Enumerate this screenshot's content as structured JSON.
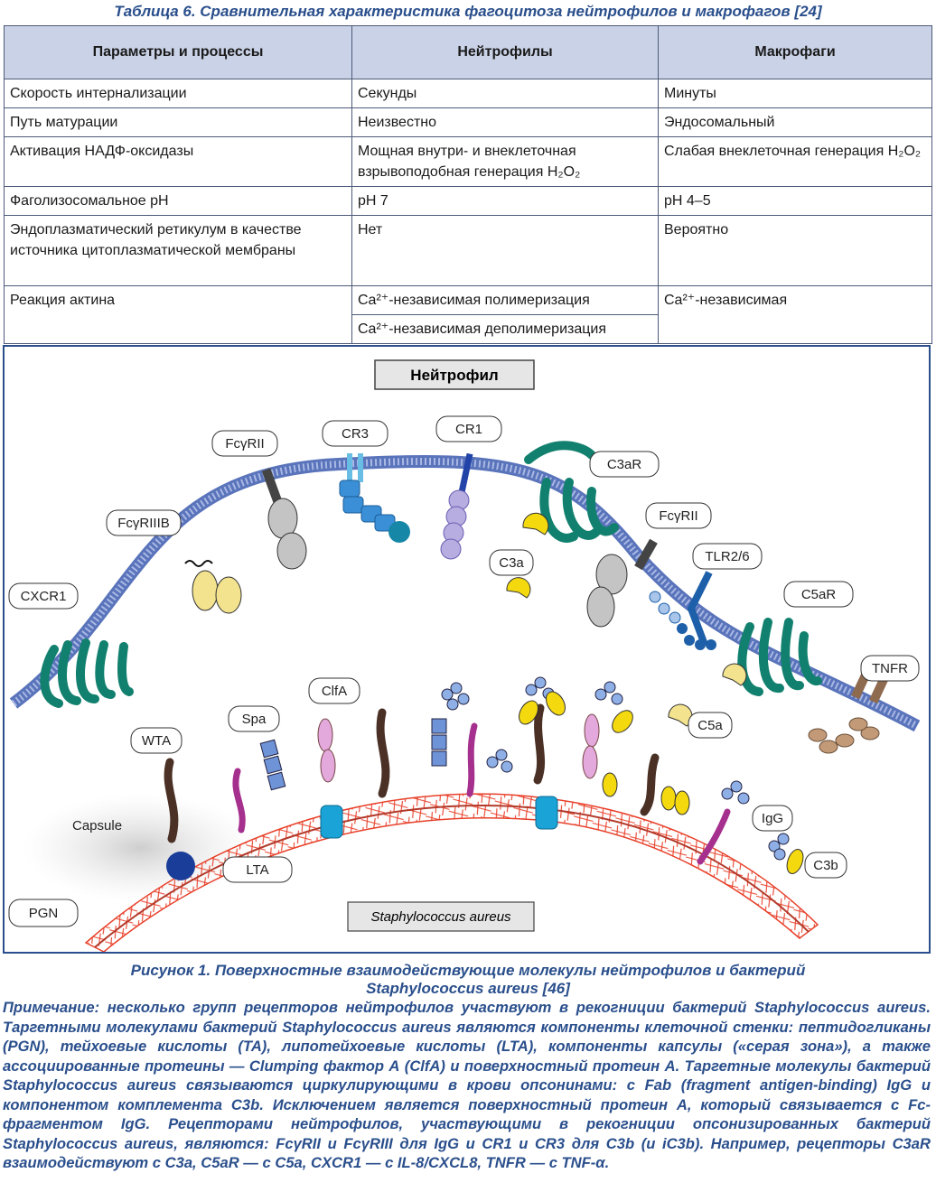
{
  "table": {
    "title": "Таблица 6. Сравнительная характеристика фагоцитоза нейтрофилов и макрофагов [24]",
    "headers": [
      "Параметры и процессы",
      "Нейтрофилы",
      "Макрофаги"
    ],
    "rows": [
      {
        "param": "Скорость интернализации",
        "neut": "Секунды",
        "macro": "Минуты"
      },
      {
        "param": "Путь матурации",
        "neut": "Неизвестно",
        "macro": "Эндосомальный"
      },
      {
        "param": "Активация НАДФ-оксидазы",
        "neut": "Мощная внутри- и внеклеточная взрывоподобная генерация H₂O₂",
        "macro": "Слабая внеклеточная генерация H₂O₂"
      },
      {
        "param": "Фаголизосомальное рН",
        "neut": "рН 7",
        "macro": "рН 4–5"
      },
      {
        "param": "Эндоплазматический ретикулум в качестве источника цитоплазматической мембраны",
        "neut": "Нет",
        "macro": "Вероятно"
      },
      {
        "param": "Реакция актина",
        "neut": "Ca²⁺-независимая полимеризация",
        "neut2": "Ca²⁺-независимая деполимеризация",
        "macro": "Ca²⁺-независимая"
      }
    ]
  },
  "figure": {
    "neutrophil_title": "Нейтрофил",
    "bacterium_title": "Staphylococcus aureus",
    "labels": {
      "fcgriib": "FcγRIIIB",
      "fcgrii_1": "FcγRII",
      "cr3": "CR3",
      "cr1": "CR1",
      "c3ar": "C3aR",
      "fcgrii_2": "FcγRII",
      "c3a": "C3a",
      "tlr": "TLR2/6",
      "c5ar": "C5aR",
      "cxcr1": "CXCR1",
      "tnfr": "TNFR",
      "clfa": "ClfA",
      "spa": "Spa",
      "wta": "WTA",
      "c5a": "C5a",
      "capsule": "Capsule",
      "lta": "LTA",
      "igg": "IgG",
      "c3b": "C3b",
      "pgn": "PGN"
    },
    "caption_line1": "Рисунок 1. Поверхностные взаимодействующие молекулы нейтрофилов и бактерий",
    "caption_line2": "Staphylococcus aureus [46]"
  },
  "note": "Примечание: несколько групп рецепторов нейтрофилов участвуют в рекогниции бактерий Staphylococcus aureus. Таргетными молекулами бактерий Staphylococcus aureus являются компоненты клеточной стенки: пептидогликаны (PGN), тейхоевые кислоты (TA), липотейхоевые кислоты (LTA), компоненты капсулы («серая зона»), а также ассоциированные протеины — Clumping фактор А (ClfA) и поверхностный протеин А. Таргетные молекулы бактерий Staphylococcus aureus связываются циркулирующими в крови опсонинами: с Fab (fragment antigen-binding) IgG и компонентом комплемента C3b. Исключением является поверхностный протеин А, который связывается с Fc-фрагментом IgG. Рецепторами нейтрофилов, участвующими в рекогниции опсонизированных бактерий Staphylococcus aureus, являются: FcγRII и FcγRIII для IgG и CR1 и CR3 для C3b (и iC3b). Например, рецепторы C3aR взаимодействуют с C3a, C5aR — с C5a, CXCR1 — с IL-8/CXCL8, TNFR — с TNF-α.",
  "colors": {
    "title_blue": "#2a4f8c",
    "header_bg": "#c9d2e6",
    "membrane": "#6e86c9",
    "receptor_green": "#12806e",
    "peptidoglycan": "#e8402a",
    "ligand_yellow": "#f5d90f"
  }
}
